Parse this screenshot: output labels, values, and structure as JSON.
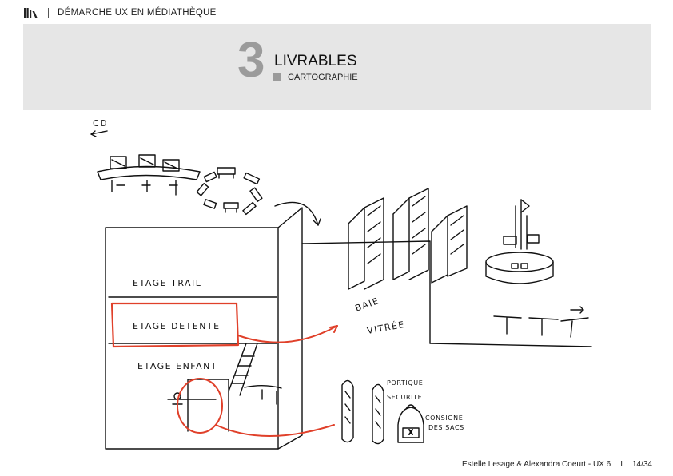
{
  "header": {
    "logo_icon": "library-books-icon",
    "section": "DÉMARCHE UX EN MÉDIATHÈQUE"
  },
  "banner": {
    "number": "3",
    "title": "LIVRABLES",
    "subtitle": "CARTOGRAPHIE"
  },
  "sketch": {
    "label_cd": "CD",
    "floor_trail": "ETAGE TRAIL",
    "floor_detente": "ETAGE DETENTE",
    "floor_enfant": "ETAGE ENFANT",
    "baie_vitree_line1": "BAIE",
    "baie_vitree_line2": "VITRÉE",
    "portique_line1": "PORTIQUE",
    "portique_line2": "SECURITE",
    "bag_note_line1": "CONSIGNE",
    "bag_note_line2": "DES SACS",
    "highlight_color": "#e0402a"
  },
  "footer": {
    "authors": "Estelle Lesage & Alexandra Coeurt - UX 6",
    "separator": "I",
    "page": "14/34"
  }
}
